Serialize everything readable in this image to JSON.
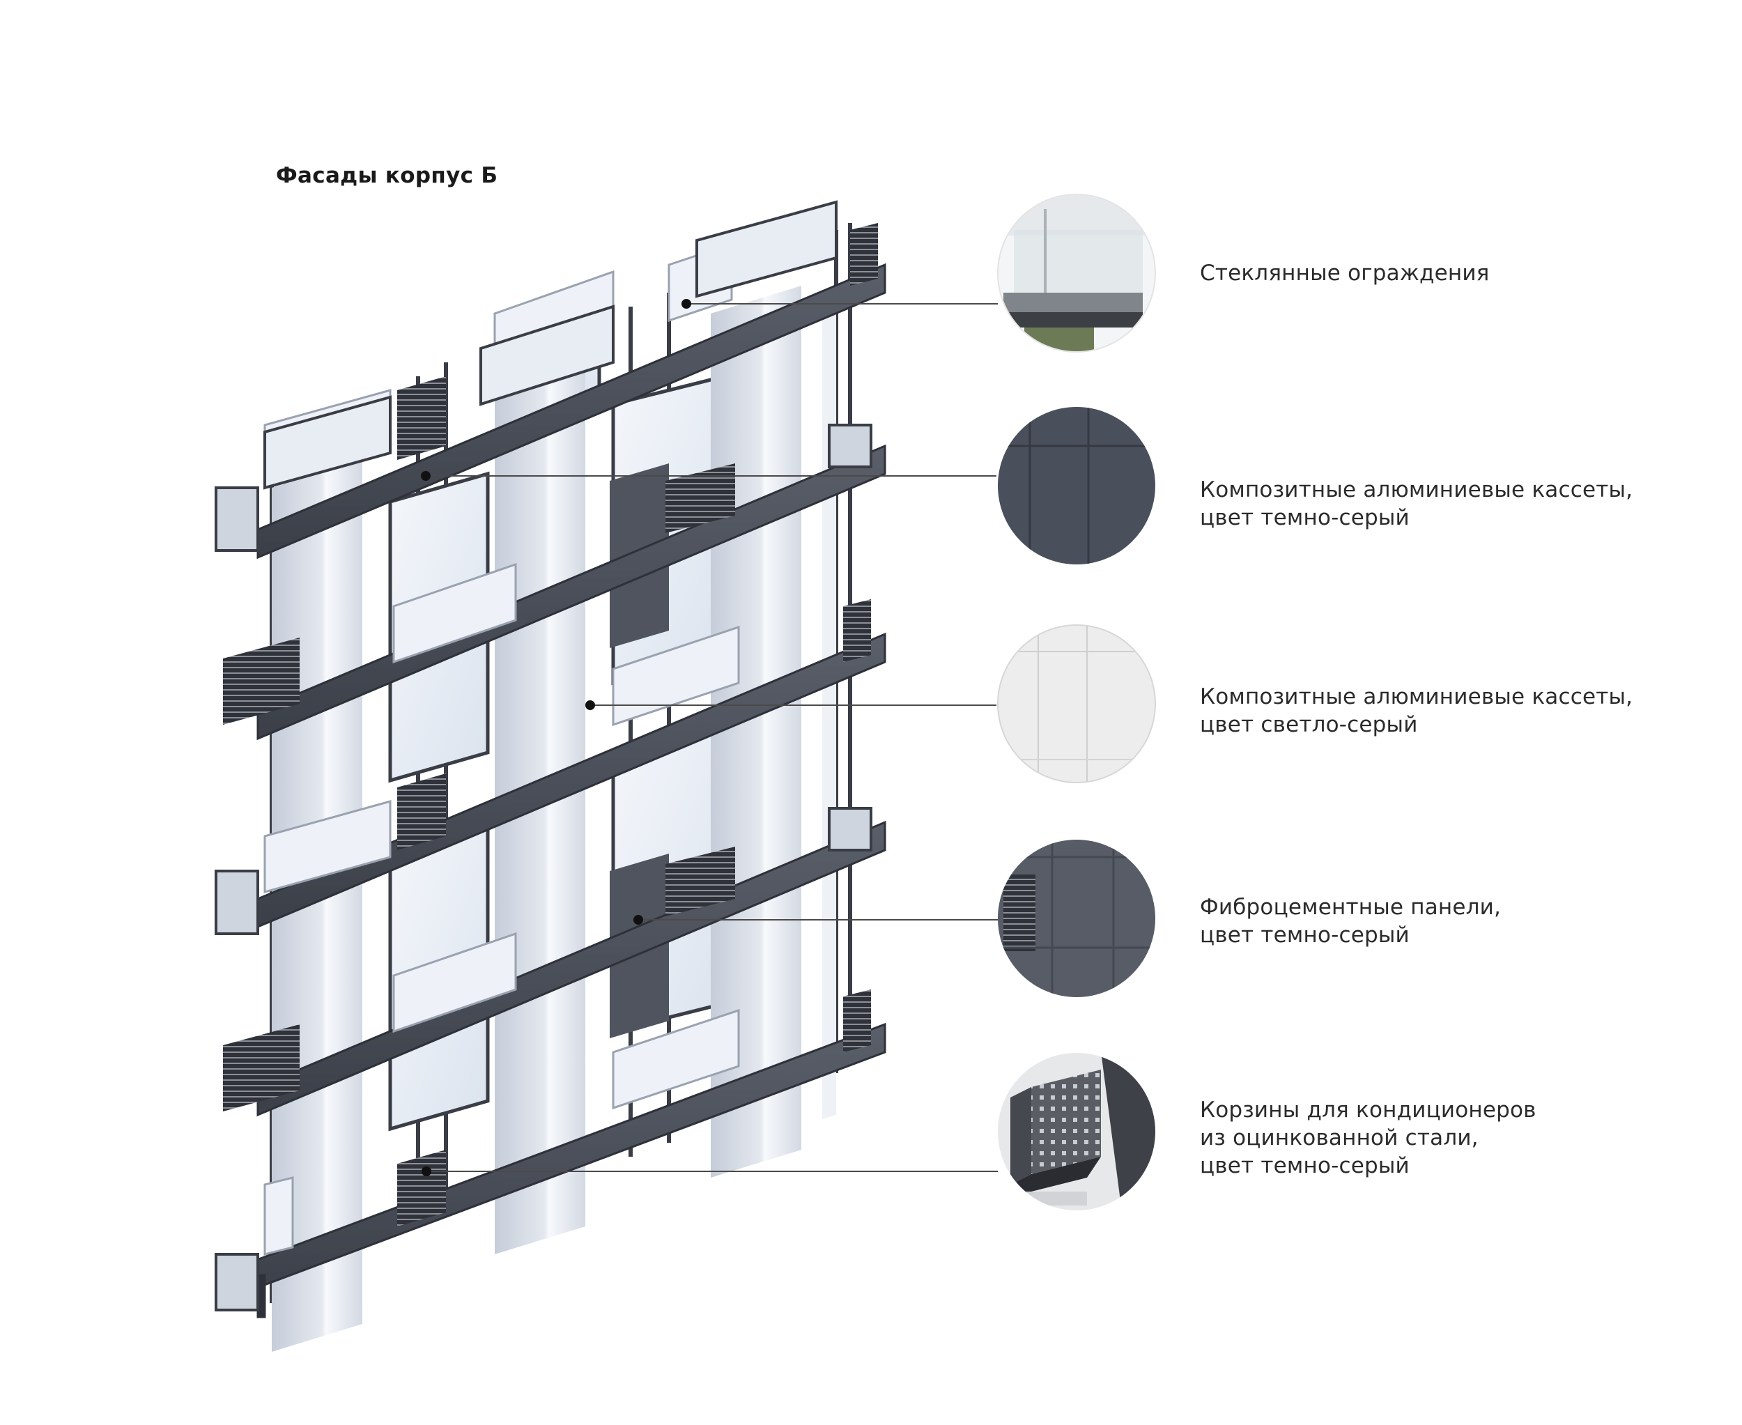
{
  "title": "Фасады корпус Б",
  "materials": [
    {
      "lines": [
        "Стеклянные ограждения"
      ],
      "swatch_color": "#dfe3e4",
      "icon": "glass-railing-photo"
    },
    {
      "lines": [
        "Композитные алюминиевые кассеты,",
        "цвет темно-серый"
      ],
      "swatch_color": "#4a505b",
      "icon": "dark-aluminium-cassette-swatch"
    },
    {
      "lines": [
        "Композитные алюминиевые кассеты,",
        "цвет светло-серый"
      ],
      "swatch_color": "#e2e2e2",
      "icon": "light-aluminium-cassette-swatch"
    },
    {
      "lines": [
        "Фиброцементные панели,",
        "цвет темно-серый"
      ],
      "swatch_color": "#575c66",
      "icon": "fibre-cement-panel-swatch"
    },
    {
      "lines": [
        "Корзины для кондиционеров",
        "из оцинкованной стали,",
        "цвет темно-серый"
      ],
      "swatch_color": "#5a5c62",
      "icon": "ac-basket-photo"
    }
  ],
  "colors": {
    "slab": "#4b4f59",
    "slab_edge": "#2e3139",
    "pier": "#dde2ea",
    "pier_shade": "#c3cad6",
    "glass": "#eef3f9",
    "frame": "#3a3d45",
    "leader": "#4a4a4a"
  }
}
